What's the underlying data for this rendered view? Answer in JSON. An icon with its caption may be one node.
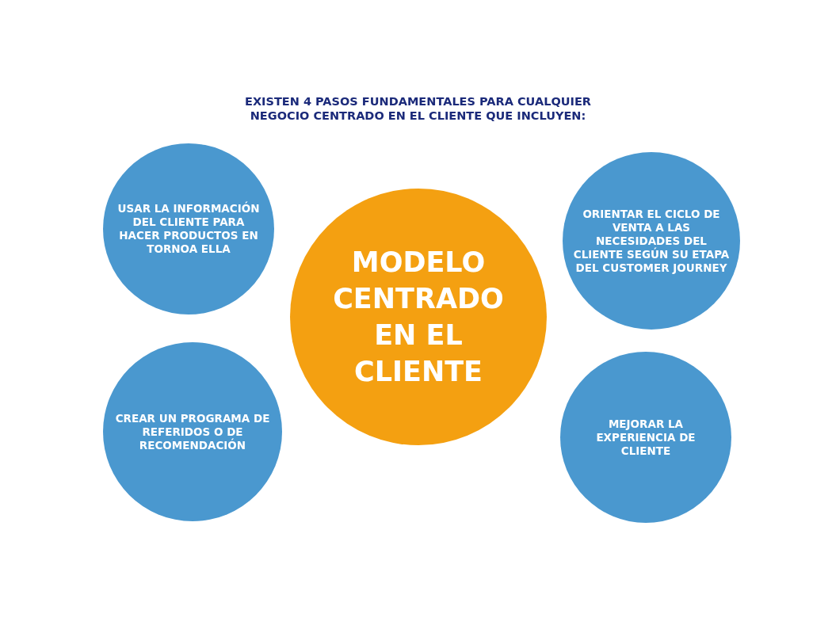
{
  "diagram": {
    "title": "EXISTEN 4 PASOS FUNDAMENTALES PARA CUALQUIER NEGOCIO CENTRADO EN EL CLIENTE QUE INCLUYEN:",
    "nodes": [
      {
        "text": [
          "USAR LA INFORMACIÓN DEL CLIENTE PARA HACER PRODUCTOS EN TORNOA ELLA"
        ]
      },
      {
        "text": [
          "ORIENTAR EL CICLO DE VENTA A LAS NECESIDADES DEL CLIENTE SEGÚN SU ETAPA DEL CUSTOMER JOURNEY"
        ]
      },
      {
        "text": [
          "MODELO CENTRADO EN EL CLIENTE"
        ]
      },
      {
        "text": [
          "CREAR UN PROGRAMA DE REFERIDOS O DE RECOMENDACIÓN"
        ]
      },
      {
        "text": [
          "MEJORAR LA EXPERIENCIA DE CLIENTE"
        ]
      }
    ]
  }
}
